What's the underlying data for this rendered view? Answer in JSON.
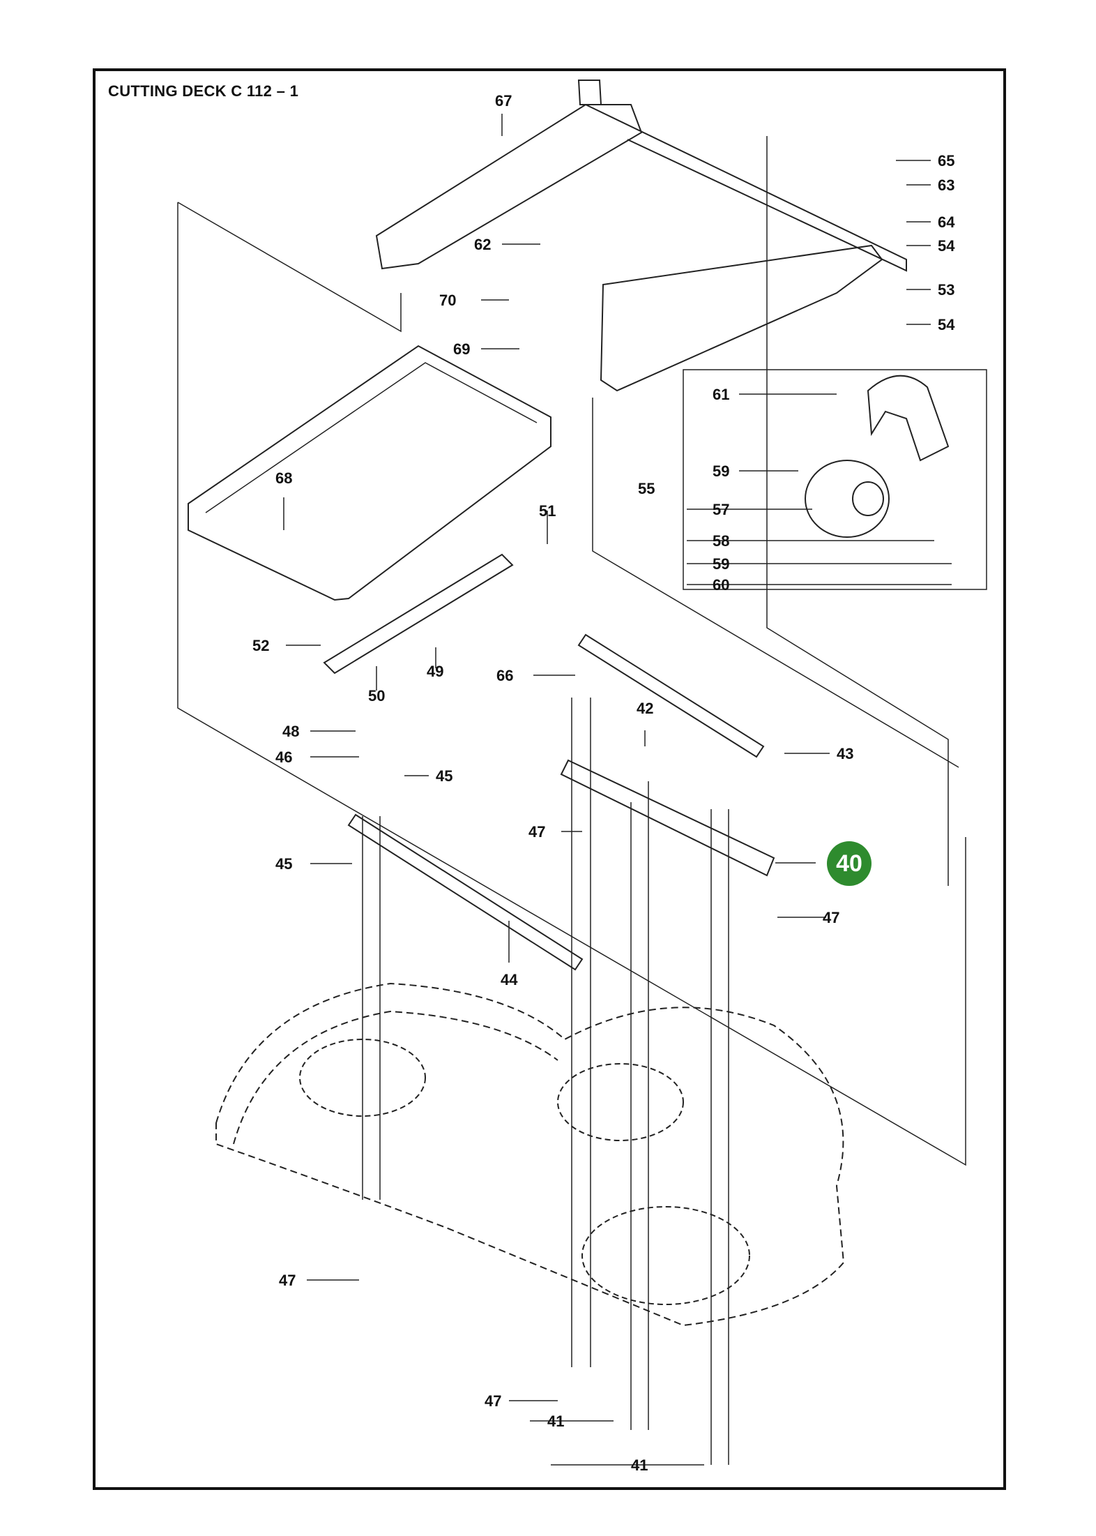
{
  "title": "CUTTING DECK C 112 – 1",
  "highlight": {
    "part": "40",
    "color": "#2e8b2e"
  },
  "labels": [
    "67",
    "65",
    "63",
    "64",
    "54",
    "53",
    "54",
    "62",
    "70",
    "69",
    "61",
    "59",
    "55",
    "57",
    "58",
    "59",
    "60",
    "68",
    "51",
    "52",
    "50",
    "49",
    "66",
    "42",
    "43",
    "48",
    "46",
    "45",
    "45",
    "47",
    "47",
    "44",
    "47",
    "47",
    "41",
    "41"
  ]
}
